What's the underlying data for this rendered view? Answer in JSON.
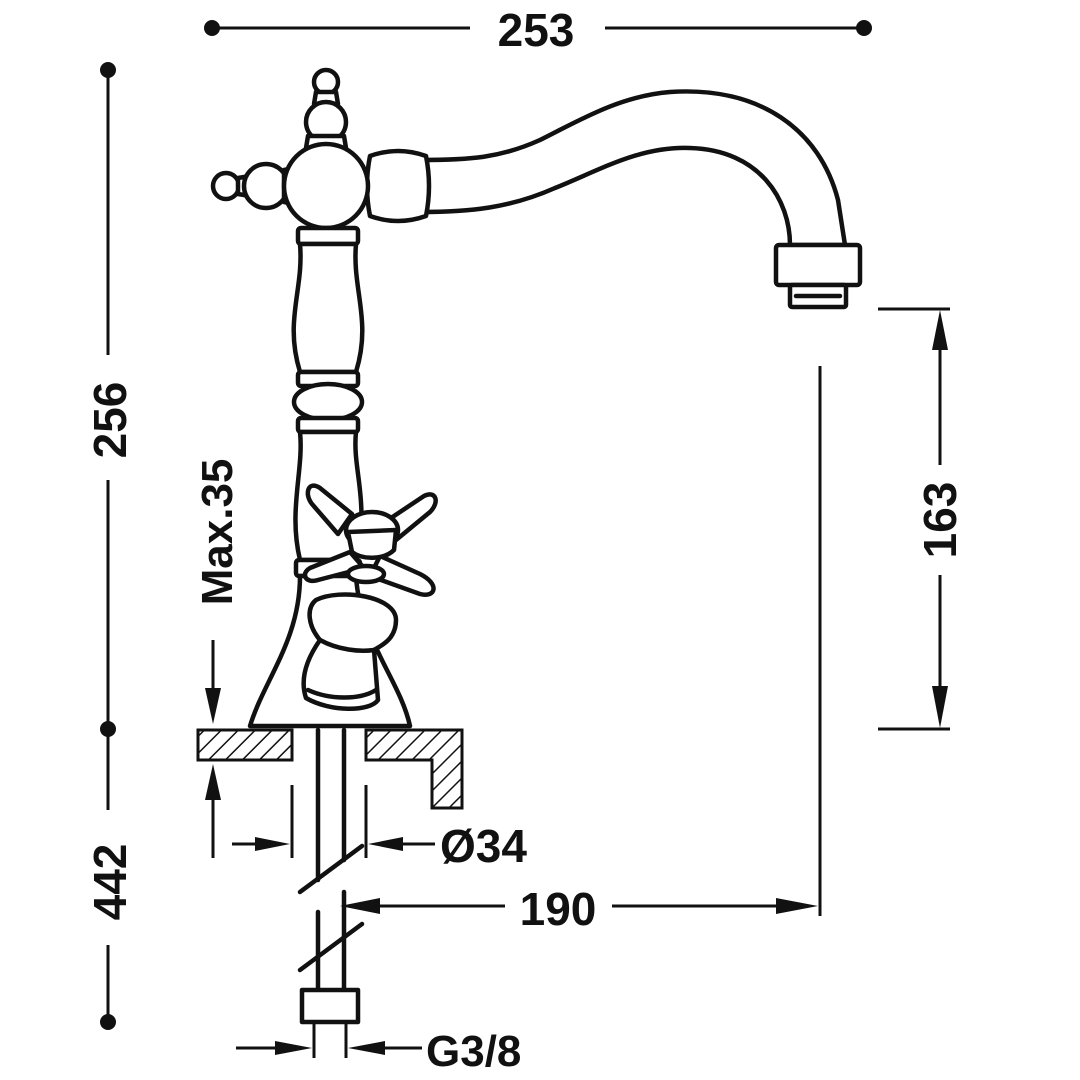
{
  "dimensions": {
    "overall_width": "253",
    "total_height": "256",
    "below_deck": "442",
    "max_deck": "Max.35",
    "spout_height": "163",
    "hole_diameter": "Ø34",
    "spout_reach": "190",
    "connection_thread": "G3/8"
  }
}
